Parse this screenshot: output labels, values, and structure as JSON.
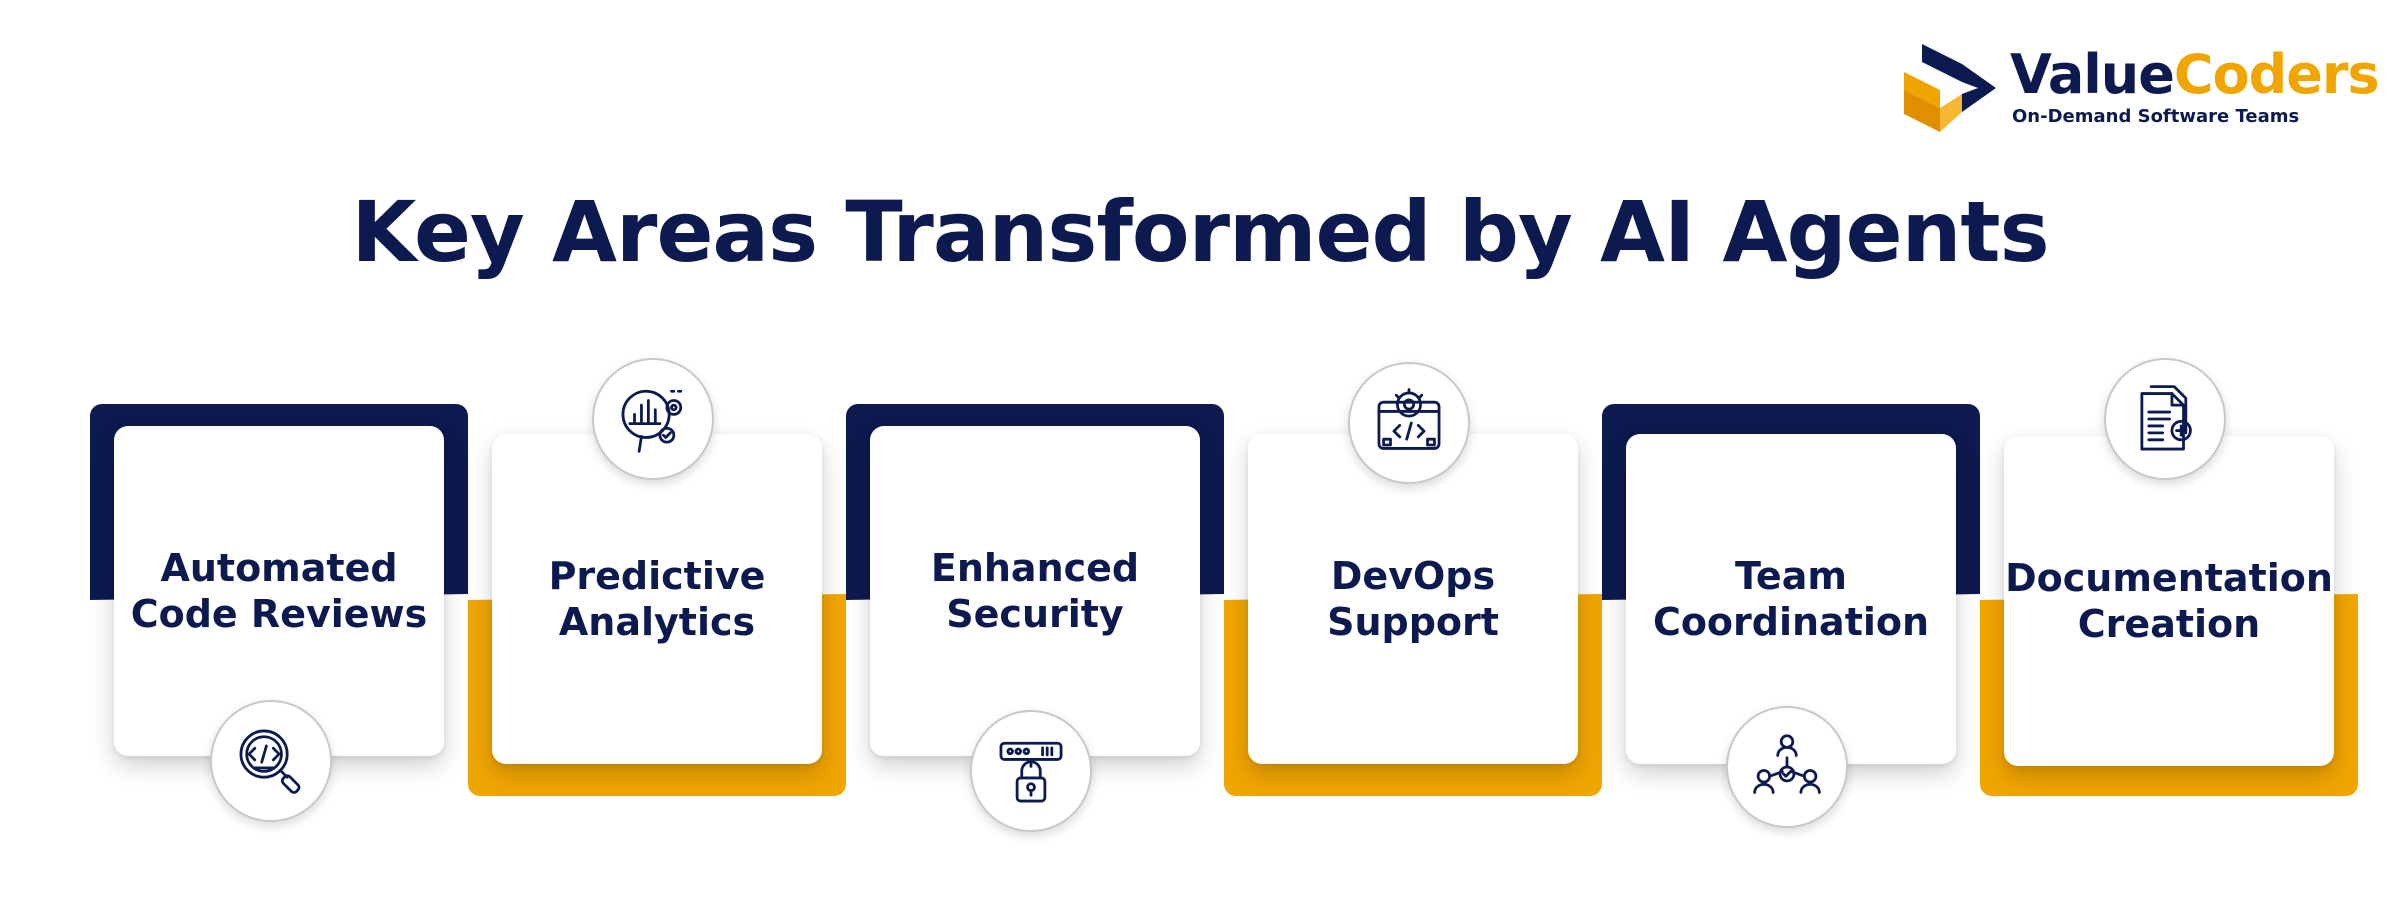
{
  "brand": {
    "name_part1": "Value",
    "name_part2": "Coders",
    "tagline": "On-Demand Software Teams",
    "navy": "#0d1a4f",
    "gold": "#f0a500"
  },
  "title": "Key Areas Transformed by AI Agents",
  "cards": [
    {
      "line1": "Automated",
      "line2": "Code Reviews",
      "icon": "code-search-icon",
      "backing": "navy-top"
    },
    {
      "line1": "Predictive",
      "line2": "Analytics",
      "icon": "analytics-gear-icon",
      "backing": "gold-bottom"
    },
    {
      "line1": "Enhanced",
      "line2": "Security",
      "icon": "server-lock-icon",
      "backing": "navy-top"
    },
    {
      "line1": "DevOps",
      "line2": "Support",
      "icon": "devops-gear-code-icon",
      "backing": "gold-bottom"
    },
    {
      "line1": "Team",
      "line2": "Coordination",
      "icon": "team-network-icon",
      "backing": "navy-top"
    },
    {
      "line1": "Documentation",
      "line2": "Creation",
      "icon": "document-add-icon",
      "backing": "gold-bottom"
    }
  ]
}
